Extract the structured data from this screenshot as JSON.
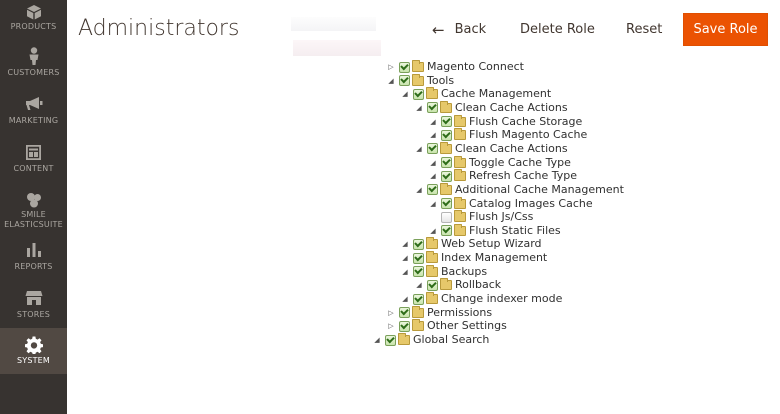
{
  "sidebar": {
    "items": [
      {
        "label": "Products",
        "icon": "products-icon"
      },
      {
        "label": "Customers",
        "icon": "customers-icon"
      },
      {
        "label": "Marketing",
        "icon": "megaphone-icon"
      },
      {
        "label": "Content",
        "icon": "content-icon"
      },
      {
        "label": "Smile ElasticSuite",
        "label_line1": "Smile",
        "label_line2": "ElasticSuite",
        "icon": "elasticsuite-icon"
      },
      {
        "label": "Reports",
        "icon": "bar-chart-icon"
      },
      {
        "label": "Stores",
        "icon": "store-icon"
      },
      {
        "label": "System",
        "icon": "gear-icon",
        "active": true
      }
    ]
  },
  "header": {
    "title": "Administrators",
    "back_label": "Back",
    "delete_label": "Delete Role",
    "reset_label": "Reset",
    "save_label": "Save Role"
  },
  "colors": {
    "sidebar_bg": "#373330",
    "sidebar_active": "#514943",
    "accent": "#eb5202"
  },
  "tree": [
    {
      "label": "Magento Connect",
      "level": 0,
      "toggle": "collapsed",
      "checked": true
    },
    {
      "label": "Tools",
      "level": 0,
      "toggle": "expanded",
      "checked": true
    },
    {
      "label": "Cache Management",
      "level": 1,
      "toggle": "expanded",
      "checked": true
    },
    {
      "label": "Clean Cache Actions",
      "level": 2,
      "toggle": "expanded",
      "checked": true
    },
    {
      "label": "Flush Cache Storage",
      "level": 3,
      "toggle": "expanded",
      "checked": true
    },
    {
      "label": "Flush Magento Cache",
      "level": 3,
      "toggle": "expanded",
      "checked": true
    },
    {
      "label": "Clean Cache Actions",
      "level": 2,
      "toggle": "expanded",
      "checked": true
    },
    {
      "label": "Toggle Cache Type",
      "level": 3,
      "toggle": "expanded",
      "checked": true
    },
    {
      "label": "Refresh Cache Type",
      "level": 3,
      "toggle": "expanded",
      "checked": true
    },
    {
      "label": "Additional Cache Management",
      "level": 2,
      "toggle": "expanded",
      "checked": true
    },
    {
      "label": "Catalog Images Cache",
      "level": 3,
      "toggle": "expanded",
      "checked": true
    },
    {
      "label": "Flush Js/Css",
      "level": 3,
      "toggle": "none",
      "checked": false
    },
    {
      "label": "Flush Static Files",
      "level": 3,
      "toggle": "expanded",
      "checked": true
    },
    {
      "label": "Web Setup Wizard",
      "level": 1,
      "toggle": "expanded",
      "checked": true
    },
    {
      "label": "Index Management",
      "level": 1,
      "toggle": "expanded",
      "checked": true
    },
    {
      "label": "Backups",
      "level": 1,
      "toggle": "expanded",
      "checked": true
    },
    {
      "label": "Rollback",
      "level": 2,
      "toggle": "expanded",
      "checked": true
    },
    {
      "label": "Change indexer mode",
      "level": 1,
      "toggle": "expanded",
      "checked": true
    },
    {
      "label": "Permissions",
      "level": 0,
      "toggle": "collapsed",
      "checked": true
    },
    {
      "label": "Other Settings",
      "level": 0,
      "toggle": "collapsed",
      "checked": true
    },
    {
      "label": "Global Search",
      "level": -1,
      "toggle": "expanded",
      "checked": true
    }
  ]
}
